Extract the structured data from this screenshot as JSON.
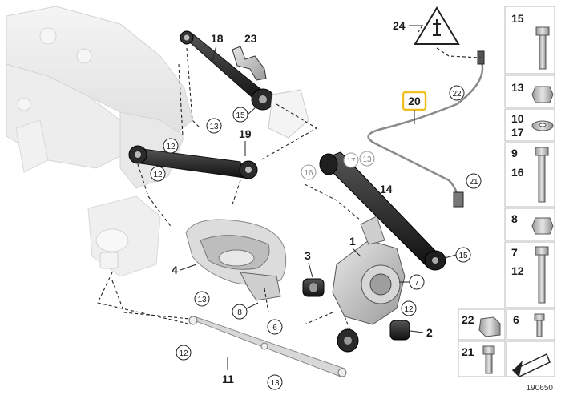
{
  "callouts": {
    "c1": "1",
    "c2": "2",
    "c3": "3",
    "c4": "4",
    "c6": "6",
    "c7": "7",
    "c8": "8",
    "c11": "11",
    "c12a": "12",
    "c12b": "12",
    "c12c": "12",
    "c12d": "12",
    "c13a": "13",
    "c13b": "13",
    "c13c": "13",
    "c13d": "13",
    "c14": "14",
    "c15a": "15",
    "c15b": "15",
    "c16": "16",
    "c17": "17",
    "c18": "18",
    "c19": "19",
    "c20": "20",
    "c21": "21",
    "c22": "22",
    "c23": "23",
    "c24": "24"
  },
  "sidebar": {
    "items": [
      {
        "label": "15"
      },
      {
        "label": "13"
      },
      {
        "label": "10"
      },
      {
        "label": "17"
      },
      {
        "label": "9"
      },
      {
        "label": "16"
      },
      {
        "label": "8"
      },
      {
        "label": "7"
      },
      {
        "label": "12"
      }
    ],
    "bottom": {
      "a": "22",
      "b": "6",
      "c": "21"
    }
  },
  "reference_number": "190650",
  "highlight_color": "#f0c020"
}
